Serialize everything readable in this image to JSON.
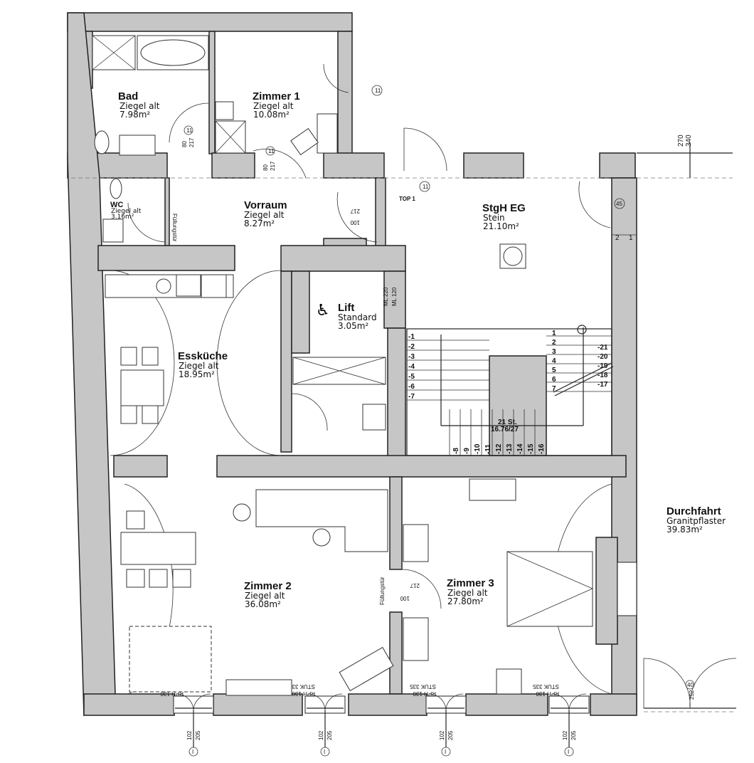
{
  "rooms": {
    "bad": {
      "name": "Bad",
      "material": "Ziegel alt",
      "area": "7.98m²"
    },
    "zimmer1": {
      "name": "Zimmer 1",
      "material": "Ziegel alt",
      "area": "10.08m²"
    },
    "wc": {
      "name": "WC",
      "material": "Ziegel alt",
      "area": "3.16m²"
    },
    "vorraum": {
      "name": "Vorraum",
      "material": "Ziegel alt",
      "area": "8.27m²"
    },
    "stgh": {
      "name": "StgH EG",
      "material": "Stein",
      "area": "21.10m²"
    },
    "lift": {
      "name": "Lift",
      "material": "Standard",
      "area": "3.05m²"
    },
    "esskueche": {
      "name": "Essküche",
      "material": "Ziegel alt",
      "area": "18.95m²"
    },
    "zimmer2": {
      "name": "Zimmer 2",
      "material": "Ziegel alt",
      "area": "36.08m²"
    },
    "zimmer3": {
      "name": "Zimmer 3",
      "material": "Ziegel alt",
      "area": "27.80m²"
    },
    "durchfahrt": {
      "name": "Durchfahrt",
      "material": "Granitpflaster",
      "area": "39.83m²"
    }
  },
  "labels": {
    "top": "TOP 1",
    "dim_top_a": "270",
    "dim_top_b": "340",
    "stair_info_a": "21 St.",
    "stair_info_b": "16.76/27",
    "door_type": "Füllungstür",
    "window_w": "102",
    "window_h": "205",
    "window_stuk": "STUK 335",
    "window_rph": "RPH 130",
    "door_80": "80",
    "door_100": "100",
    "door_217": "217",
    "door_marker": "11",
    "window_marker": "I",
    "gate_marker": "40",
    "gate_dim": "252",
    "lift_dim_a": "ML 220",
    "lift_dim_b": "ML 120",
    "side_marker": "45",
    "side_step_1": "1",
    "side_step_2": "2"
  },
  "stairs": {
    "left_steps": [
      "-1",
      "-2",
      "-3",
      "-4",
      "-5",
      "-6",
      "-7"
    ],
    "bottom_steps": [
      "-8",
      "-9",
      "-10",
      "-11",
      "-12",
      "-13",
      "-14",
      "-15",
      "-16"
    ],
    "right_steps_up": [
      "1",
      "2",
      "3",
      "4",
      "5",
      "6",
      "7"
    ],
    "right_steps_down": [
      "-21",
      "-20",
      "-19",
      "-18",
      "-17"
    ]
  }
}
